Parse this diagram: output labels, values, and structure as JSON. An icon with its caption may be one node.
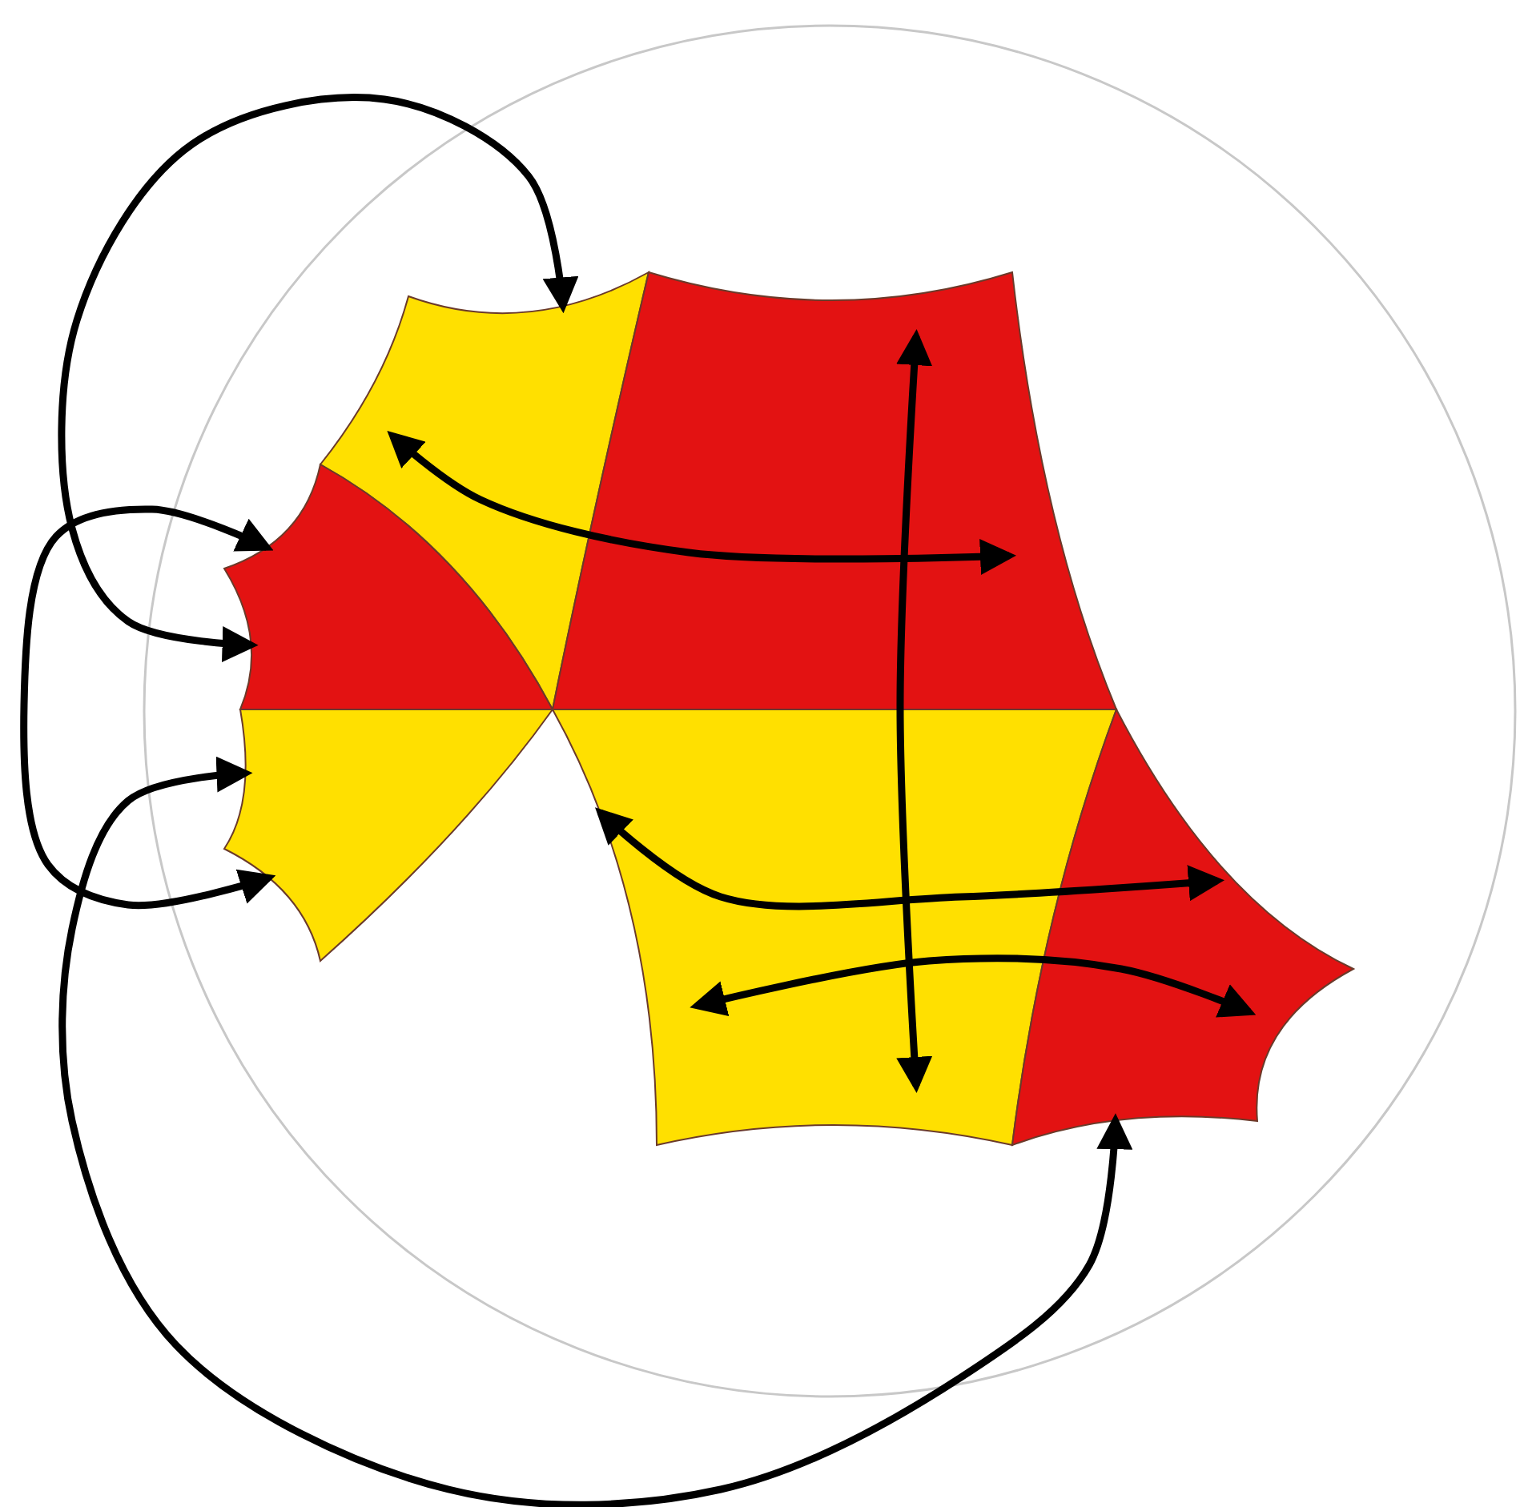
{
  "diagram": {
    "nodes": [
      {
        "text": [],
        "shape": "polygon"
      },
      {
        "text": [],
        "shape": "polygon"
      },
      {
        "text": [],
        "shape": "polygon"
      },
      {
        "text": [],
        "shape": "polygon"
      },
      {
        "text": [],
        "shape": "polygon"
      },
      {
        "text": [],
        "shape": "polygon"
      }
    ],
    "edges": [
      {
        "from": 0,
        "to": 2,
        "arrow": "both"
      },
      {
        "from": 2,
        "to": 3,
        "arrow": "both"
      },
      {
        "from": 3,
        "to": 5,
        "arrow": "both"
      },
      {
        "from": 0,
        "to": 1,
        "arrow": "both"
      },
      {
        "from": 1,
        "to": 4,
        "arrow": "both"
      },
      {
        "from": 4,
        "to": 5,
        "arrow": "both"
      },
      {
        "from": 4,
        "to": 5,
        "arrow": "both"
      }
    ]
  }
}
